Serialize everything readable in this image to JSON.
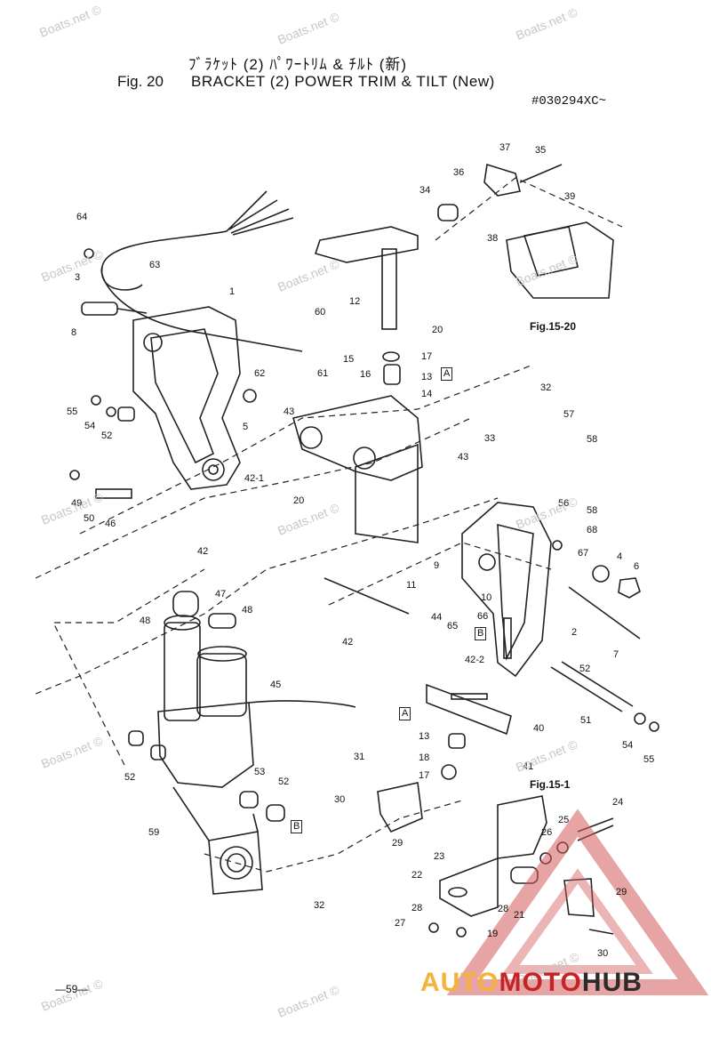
{
  "header": {
    "title_jp": "ﾌﾞﾗｹｯﾄ (2) ﾊﾟﾜｰﾄﾘﾑ & ﾁﾙﾄ (新)",
    "fig_no": "Fig. 20",
    "title_en": "BRACKET (2) POWER TRIM & TILT (New)",
    "serial": "#030294XC~"
  },
  "refs": {
    "fig_15_20": "Fig.15-20",
    "fig_15_1": "Fig.15-1"
  },
  "boxes": {
    "a1": "A",
    "a2": "A",
    "b1": "B",
    "b2": "B"
  },
  "callouts": [
    "64",
    "63",
    "3",
    "8",
    "1",
    "60",
    "62",
    "61",
    "15",
    "16",
    "55",
    "54",
    "52",
    "5",
    "43",
    "49",
    "50",
    "46",
    "42-1",
    "42",
    "20",
    "12",
    "20",
    "17",
    "13",
    "14",
    "37",
    "35",
    "36",
    "34",
    "39",
    "38",
    "32",
    "33",
    "43",
    "57",
    "58",
    "56",
    "58",
    "68",
    "67",
    "4",
    "6",
    "9",
    "10",
    "11",
    "66",
    "65",
    "44",
    "42",
    "42-2",
    "2",
    "7",
    "48",
    "47",
    "48",
    "45",
    "52",
    "51",
    "54",
    "55",
    "40",
    "13",
    "18",
    "17",
    "41",
    "31",
    "30",
    "29",
    "52",
    "53",
    "52",
    "59",
    "32",
    "23",
    "22",
    "28",
    "27",
    "21",
    "19",
    "26",
    "25",
    "24",
    "29",
    "30",
    "28"
  ],
  "watermarks": [
    "Boats.net ©",
    "Boats.net ©",
    "Boats.net ©",
    "Boats.net ©",
    "Boats.net ©",
    "Boats.net ©",
    "Boats.net ©",
    "Boats.net ©",
    "Boats.net ©",
    "Boats.net ©",
    "Boats.net ©",
    "Boats.net ©",
    "Boats.net ©",
    "Boats.net ©"
  ],
  "page_no": "—59—",
  "logo": {
    "part1": "AUTO",
    "part2": "MOTO",
    "part3": "HUB"
  },
  "colors": {
    "line": "#222222",
    "watermark": "#c7c7c7",
    "logo_red": "#c52424",
    "logo_yellow": "#f3b23a"
  }
}
